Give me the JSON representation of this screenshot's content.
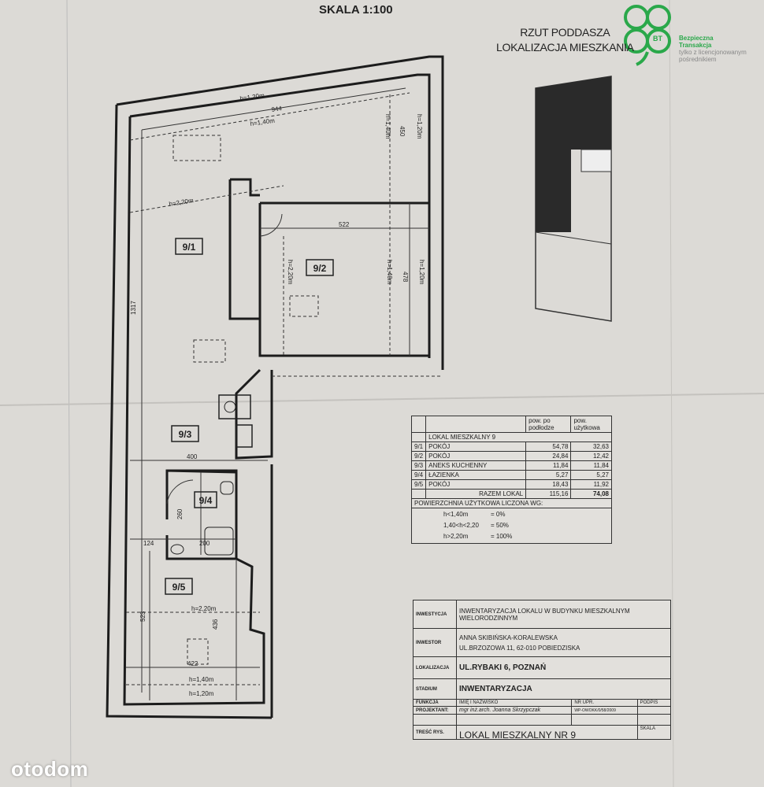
{
  "header": {
    "scale": "SKALA 1:100",
    "title_line1": "RZUT PODDASZA",
    "title_line2": "LOKALIZACJA MIESZKANIA"
  },
  "watermark_bt": {
    "line1": "Bezpieczna",
    "line2": "Transakcja",
    "line3": "tylko z licencjonowanym",
    "line4": "pośrednikiem",
    "logo_text": "BT",
    "color": "#2aa84a"
  },
  "brand_logo": "otodom",
  "plan": {
    "rooms": [
      "9/1",
      "9/2",
      "9/3",
      "9/4",
      "9/5"
    ],
    "dims": {
      "top_len": "944",
      "right_depth": "450",
      "h120_top": "h=1,20m",
      "h140_top": "h=1,40m",
      "h140_right": "h=1,40m",
      "h120_right": "h=1,20m",
      "h220_left": "h=2,20m",
      "left_len": "1317",
      "r2_width": "522",
      "r2_depth": "478",
      "r2_h220": "h=2,20m",
      "r2_h140": "h=1,40m",
      "r2_h120": "h=1,20m",
      "kitchen_width": "400",
      "bath_depth": "260",
      "bath_width": "200",
      "hall_width": "124",
      "r5_left": "523",
      "r5_right": "436",
      "r5_width": "422",
      "r5_h220": "h=2,20m",
      "r5_h140": "h=1,40m",
      "r5_h120": "h=1,20m"
    }
  },
  "areas_table": {
    "col1": "pow. po podłodze",
    "col2": "pow. użytkowa",
    "heading": "LOKAL MIESZKALNY 9",
    "rows": [
      {
        "id": "9/1",
        "name": "POKÓJ",
        "floor": "54,78",
        "usable": "32,63"
      },
      {
        "id": "9/2",
        "name": "POKÓJ",
        "floor": "24,84",
        "usable": "12,42"
      },
      {
        "id": "9/3",
        "name": "ANEKS KUCHENNY",
        "floor": "11,84",
        "usable": "11,84"
      },
      {
        "id": "9/4",
        "name": "ŁAZIENKA",
        "floor": "5,27",
        "usable": "5,27"
      },
      {
        "id": "9/5",
        "name": "POKÓJ",
        "floor": "18,43",
        "usable": "11,92"
      }
    ],
    "total_label": "RAZEM LOKAL",
    "total_floor": "115,16",
    "total_usable": "74,08",
    "rule_heading": "POWIERZCHNIA UŻYTKOWA LICZONA WG:",
    "rules": [
      {
        "cond": "h<1,40m",
        "pct": "= 0%"
      },
      {
        "cond": "1,40<h<2,20",
        "pct": "= 50%"
      },
      {
        "cond": "h>2,20m",
        "pct": "= 100%"
      }
    ]
  },
  "title_block": {
    "inwestycja_label": "INWESTYCJA",
    "inwestycja": "INWENTARYZACJA LOKALU W BUDYNKU MIESZKALNYM WIELORODZINNYM",
    "inwestor_label": "INWESTOR",
    "inwestor_name": "ANNA SKIBIŃSKA-KORALEWSKA",
    "inwestor_addr": "UL.BRZOZOWA 11, 62-010 POBIEDZISKA",
    "lokalizacja_label": "LOKALIZACJA",
    "lokalizacja": "UL.RYBAKI 6, POZNAŃ",
    "stadium_label": "STADIUM",
    "stadium": "INWENTARYZACJA",
    "funkcja_label": "FUNKCJA",
    "imie_label": "IMIĘ I NAZWISKO",
    "nr_upr_label": "NR UPR.",
    "podpis_label": "PODPIS",
    "projektant_label": "PROJEKTANT:",
    "projektant": "mgr inż.arch. Joanna Skrzypczak",
    "nr_upr": "WP-OWOKK/0/58/2009",
    "tresc_label": "TREŚĆ RYS.",
    "tresc": "LOKAL MIESZKALNY NR 9",
    "skala_label": "SKALA"
  }
}
